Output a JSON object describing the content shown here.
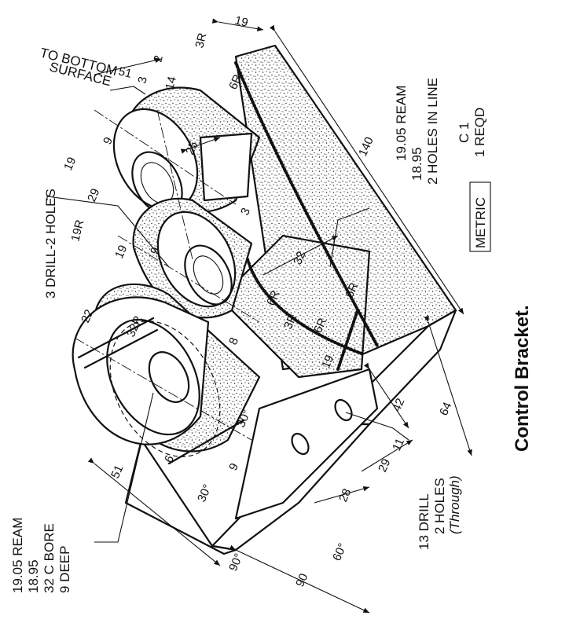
{
  "caption": "Control Bracket.",
  "notes": {
    "to_bottom_line1": "TO BOTTOM",
    "to_bottom_line2": "SURFACE",
    "drill_3": "3 DRILL-2 HOLES",
    "ream_top_1": "19.05 REAM",
    "ream_top_2": "18.95",
    "ream_top_3": "2 HOLES IN LINE",
    "part_no": "C 1",
    "reqd": "1 REQD",
    "metric": "METRIC",
    "ream_bot_1": "19.05 REAM",
    "ream_bot_2": "18.95",
    "ream_bot_3": "32 C BORE",
    "ream_bot_4": "9 DEEP",
    "drill_13_1": "13 DRILL",
    "drill_13_2": "2 HOLES",
    "drill_13_3": "(Through)"
  },
  "dimensions": [
    "19",
    "3R",
    "51",
    "3",
    "14",
    "6R",
    "140",
    "9",
    "25",
    "19",
    "29",
    "19R",
    "19",
    "9",
    "3",
    "32",
    "6R",
    "6R",
    "3R",
    "6R",
    "22",
    "32R",
    "8",
    "19",
    "6",
    "30°",
    "30°",
    "9",
    "42",
    "64",
    "11",
    "29",
    "28",
    "51",
    "90°",
    "60°",
    "90",
    "2"
  ]
}
